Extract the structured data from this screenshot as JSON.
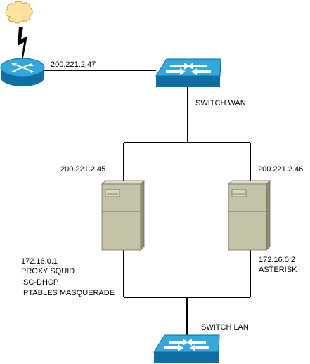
{
  "labels": {
    "router_ip": "200.221.2.47",
    "switch_wan": "SWITCH WAN",
    "server_left_wan_ip": "200.221.2.45",
    "server_right_wan_ip": "200.221.2.46",
    "server_left_lan_ip": "172.16.0.1",
    "server_left_service_1": "PROXY SQUID",
    "server_left_service_2": "ISC-DHCP",
    "server_left_service_3": "IPTABLES MASQUERADE",
    "server_right_lan_ip": "172.16.0.2",
    "server_right_service_1": "ASTERISK",
    "switch_lan": "SWITCH LAN"
  },
  "icons": {
    "cloud": "cloud-icon",
    "lightning": "lightning-bolt-icon",
    "router": "router-icon",
    "switch": "switch-icon",
    "server": "tower-server-icon"
  },
  "colors": {
    "cloud_fill": "#ffe39e",
    "device_blue": "#1f9ad6",
    "device_blue_dark": "#0d6fa3",
    "server_body": "#c4c3a8",
    "server_side": "#8e8d76",
    "line": "#000000"
  }
}
